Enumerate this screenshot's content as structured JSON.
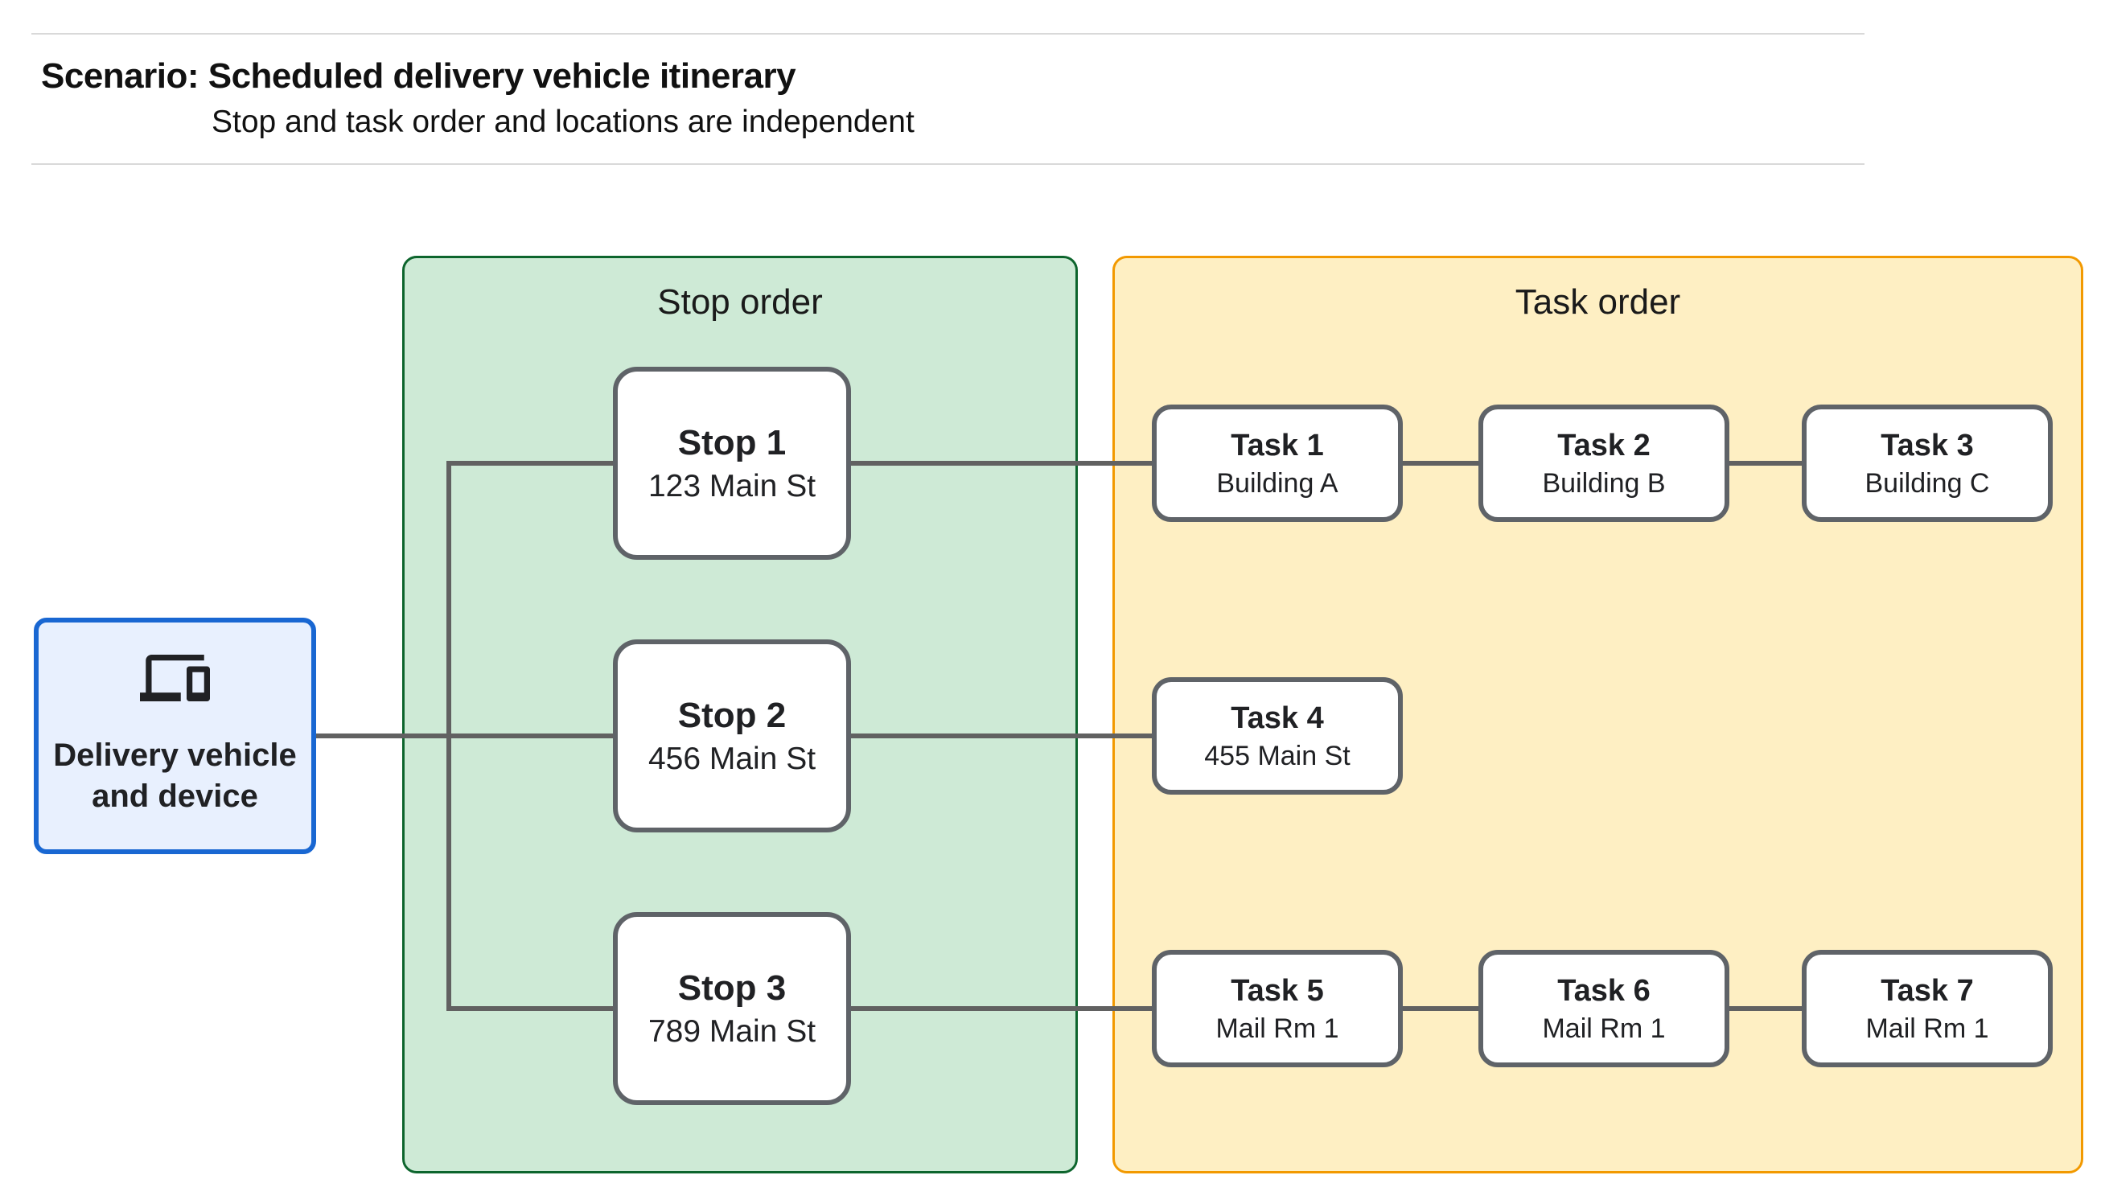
{
  "header": {
    "title": "Scenario: Scheduled delivery vehicle itinerary",
    "subtitle": "Stop and task order and locations are independent"
  },
  "source": {
    "icon": "devices-icon",
    "label_lines": [
      "Delivery vehicle",
      "and device"
    ]
  },
  "panels": {
    "stop": {
      "title": "Stop order",
      "fill_color": "#CEEAD6",
      "border_color": "#0D652D",
      "nodes": [
        {
          "title": "Stop 1",
          "subtitle": "123 Main St"
        },
        {
          "title": "Stop 2",
          "subtitle": "456 Main St"
        },
        {
          "title": "Stop 3",
          "subtitle": "789 Main St"
        }
      ]
    },
    "task": {
      "title": "Task order",
      "fill_color": "#FEEFC3",
      "border_color": "#F29900",
      "nodes": [
        {
          "title": "Task 1",
          "subtitle": "Building A"
        },
        {
          "title": "Task 2",
          "subtitle": "Building B"
        },
        {
          "title": "Task 3",
          "subtitle": "Building C"
        },
        {
          "title": "Task 4",
          "subtitle": "455 Main St"
        },
        {
          "title": "Task 5",
          "subtitle": "Mail Rm 1"
        },
        {
          "title": "Task 6",
          "subtitle": "Mail Rm 1"
        },
        {
          "title": "Task 7",
          "subtitle": "Mail Rm 1"
        }
      ]
    }
  },
  "connections": [
    "delivery-vehicle -> stop-2",
    "trunk -> stop-1",
    "trunk -> stop-3",
    "stop-1 -> task-1",
    "task-1 -> task-2",
    "task-2 -> task-3",
    "stop-2 -> task-4",
    "stop-3 -> task-5",
    "task-5 -> task-6",
    "task-6 -> task-7"
  ],
  "colors": {
    "source_fill": "#E8F0FE",
    "source_border": "#1967D2",
    "node_border": "#5F6368",
    "connector": "#616161",
    "divider": "#D9D9D9",
    "text": "#202124"
  }
}
